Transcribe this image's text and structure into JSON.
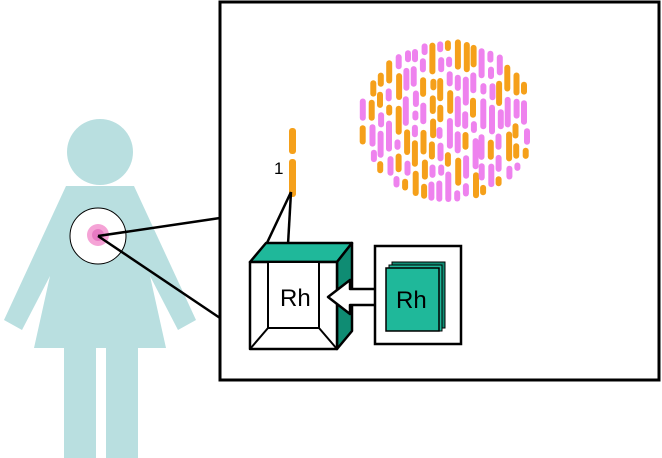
{
  "labels": {
    "chromosome_number": "1",
    "gene_in_box": "Rh",
    "gene_in_book": "Rh"
  },
  "colors": {
    "figure": "#b9dfe0",
    "cell_magenta": "#ee82ee",
    "chromosome_orange": "#f5a01a",
    "teal": "#1fb89a",
    "teal_dark": "#0f8c73",
    "outline": "#000000"
  },
  "icons": [
    "woman-figure-icon",
    "cell-icon",
    "chromosome-icon",
    "box-icon",
    "book-icon",
    "arrow-icon"
  ]
}
